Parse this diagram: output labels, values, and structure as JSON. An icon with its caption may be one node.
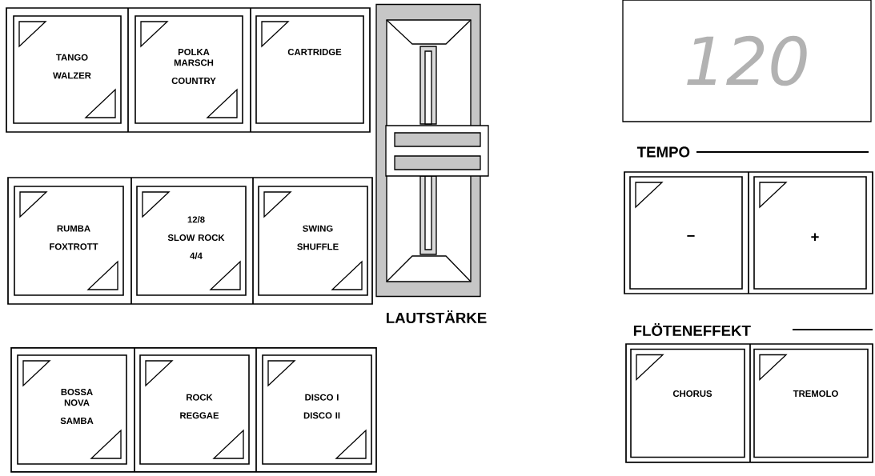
{
  "diagram": {
    "nodes": [
      {
        "text": [
          "TANGO",
          "WALZER"
        ]
      },
      {
        "text": [
          "POLKA MARSCH",
          "COUNTRY"
        ]
      },
      {
        "text": [
          "CARTRIDGE"
        ]
      },
      {
        "text": [
          "LAUTSTÄRKE"
        ]
      },
      {
        "text": [
          "120"
        ]
      },
      {
        "text": [
          "RUMBA",
          "FOXTROTT"
        ]
      },
      {
        "text": [
          "12/8",
          "SLOW ROCK",
          "4/4"
        ]
      },
      {
        "text": [
          "SWING",
          "SHUFFLE"
        ]
      },
      {
        "text": [
          "–"
        ]
      },
      {
        "text": [
          "+"
        ]
      },
      {
        "text": [
          "BOSSA NOVA",
          "SAMBA"
        ]
      },
      {
        "text": [
          "ROCK",
          "REGGAE"
        ]
      },
      {
        "text": [
          "DISCO I",
          "DISCO II"
        ]
      },
      {
        "text": [
          "CHORUS"
        ]
      },
      {
        "text": [
          "TREMOLO"
        ]
      }
    ],
    "labels": [
      "TEMPO",
      "FLÖTENEFFEKT"
    ]
  }
}
